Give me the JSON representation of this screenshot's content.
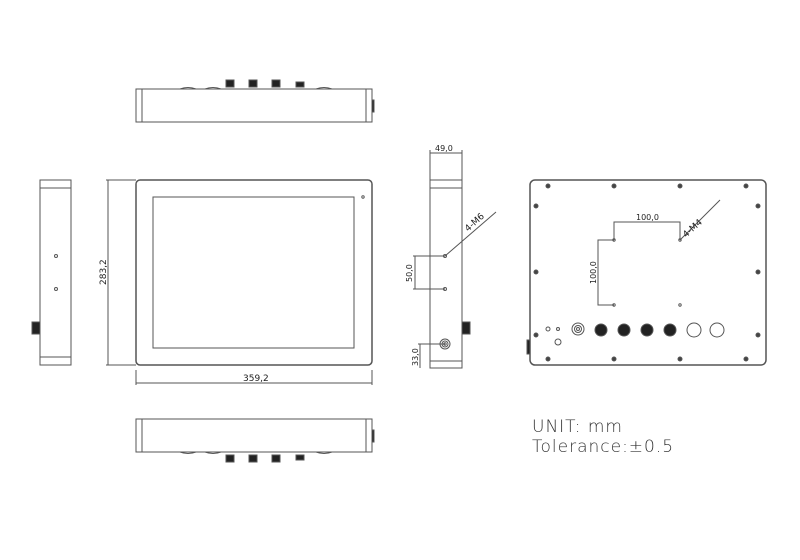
{
  "drawing": {
    "dimensions": {
      "width": "359,2",
      "height": "283,2",
      "depth": "49,0",
      "vesa_side_spacing": "50,0",
      "bottom_offset": "33,0",
      "vesa_h": "100,0",
      "vesa_v": "100,0"
    },
    "callouts": {
      "side_screw": "4-M6",
      "back_screw": "4-M4"
    },
    "notes": {
      "unit": "UNIT: mm",
      "tolerance": "Tolerance:±0.5"
    },
    "stroke_color": "#555555"
  }
}
